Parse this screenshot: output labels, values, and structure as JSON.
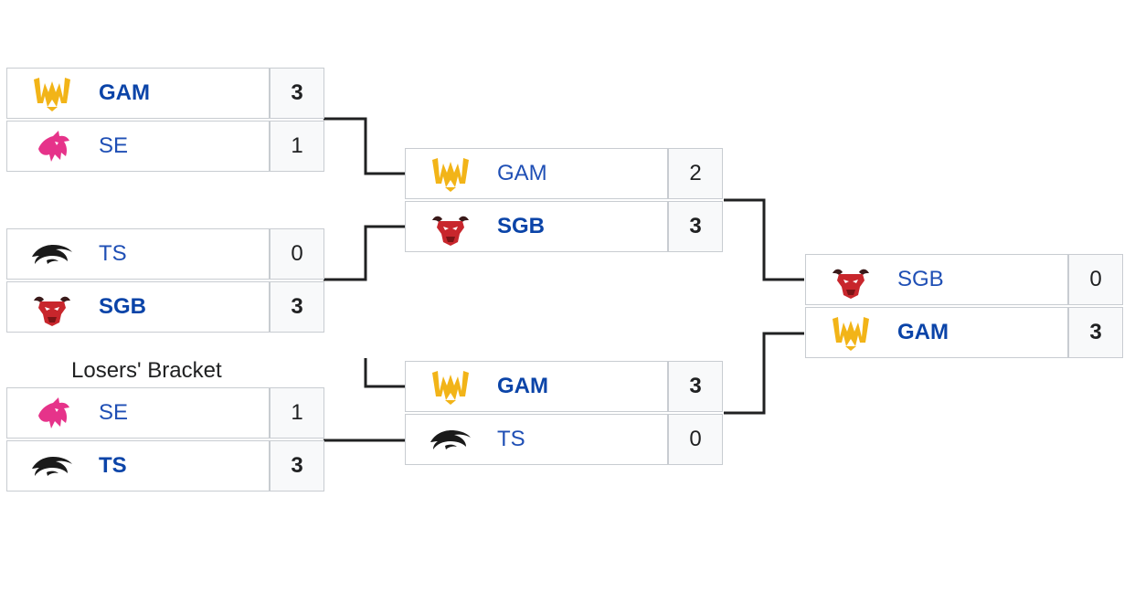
{
  "section_label": "Losers' Bracket",
  "rounds": [
    {
      "matches": [
        {
          "teams": [
            {
              "name": "GAM",
              "logo": "gam-logo-icon",
              "score": "3",
              "winner": true
            },
            {
              "name": "SE",
              "logo": "se-logo-icon",
              "score": "1",
              "winner": false
            }
          ]
        },
        {
          "teams": [
            {
              "name": "TS",
              "logo": "ts-logo-icon",
              "score": "0",
              "winner": false
            },
            {
              "name": "SGB",
              "logo": "sgb-logo-icon",
              "score": "3",
              "winner": true
            }
          ]
        },
        {
          "teams": [
            {
              "name": "SE",
              "logo": "se-logo-icon",
              "score": "1",
              "winner": false
            },
            {
              "name": "TS",
              "logo": "ts-logo-icon",
              "score": "3",
              "winner": true
            }
          ]
        }
      ]
    },
    {
      "matches": [
        {
          "teams": [
            {
              "name": "GAM",
              "logo": "gam-logo-icon",
              "score": "2",
              "winner": false
            },
            {
              "name": "SGB",
              "logo": "sgb-logo-icon",
              "score": "3",
              "winner": true
            }
          ]
        },
        {
          "teams": [
            {
              "name": "GAM",
              "logo": "gam-logo-icon",
              "score": "3",
              "winner": true
            },
            {
              "name": "TS",
              "logo": "ts-logo-icon",
              "score": "0",
              "winner": false
            }
          ]
        }
      ]
    },
    {
      "matches": [
        {
          "teams": [
            {
              "name": "SGB",
              "logo": "sgb-logo-icon",
              "score": "0",
              "winner": false
            },
            {
              "name": "GAM",
              "logo": "gam-logo-icon",
              "score": "3",
              "winner": true
            }
          ]
        }
      ]
    }
  ],
  "colors": {
    "team_link": "#1f4fb5",
    "winner_link": "#0b44a8",
    "border": "#c8ccd1",
    "score_bg": "#f8f9fa",
    "connector": "#202122",
    "gam_logo": "#f2b418",
    "se_logo": "#e6338a",
    "ts_logo": "#1a1a1a",
    "sgb_logo": "#c8262c"
  }
}
